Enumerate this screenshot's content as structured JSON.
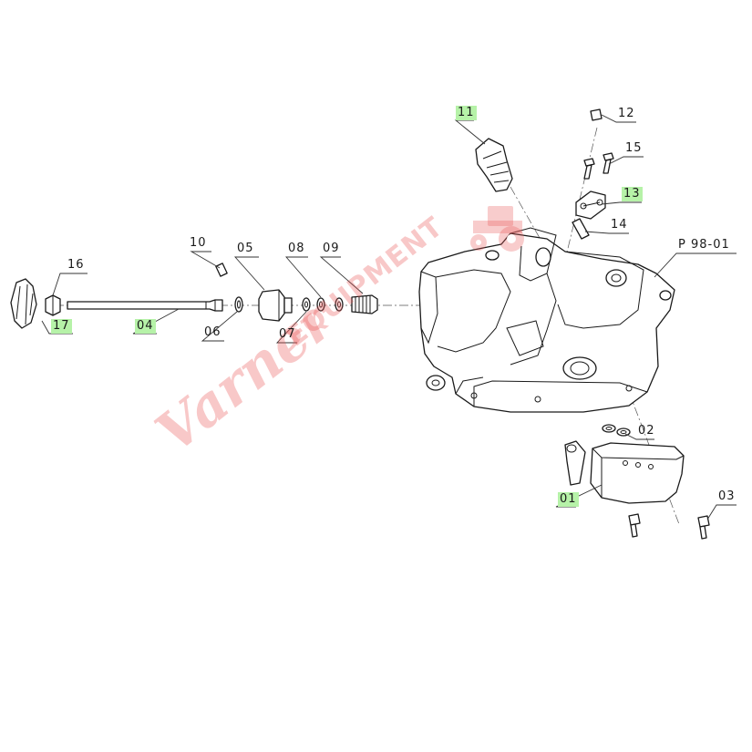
{
  "colors": {
    "line": "#1a1a1a",
    "highlight": "#b6f2a8",
    "watermark": "#e85555"
  },
  "watermark": {
    "main": "Varner",
    "sub": "EQUIPMENT",
    "icon": "tractor-icon"
  },
  "labels": {
    "p01": "01",
    "p02": "02",
    "p03": "03",
    "p04": "04",
    "p05": "05",
    "p06": "06",
    "p07": "07",
    "p08": "08",
    "p09": "09",
    "p10": "10",
    "p11": "11",
    "p12": "12",
    "p13": "13",
    "p14": "14",
    "p15": "15",
    "p16": "16",
    "p17": "17",
    "assembly": "P 98-01"
  },
  "highlighted": [
    "p04",
    "p11",
    "p13",
    "p17",
    "p01"
  ]
}
